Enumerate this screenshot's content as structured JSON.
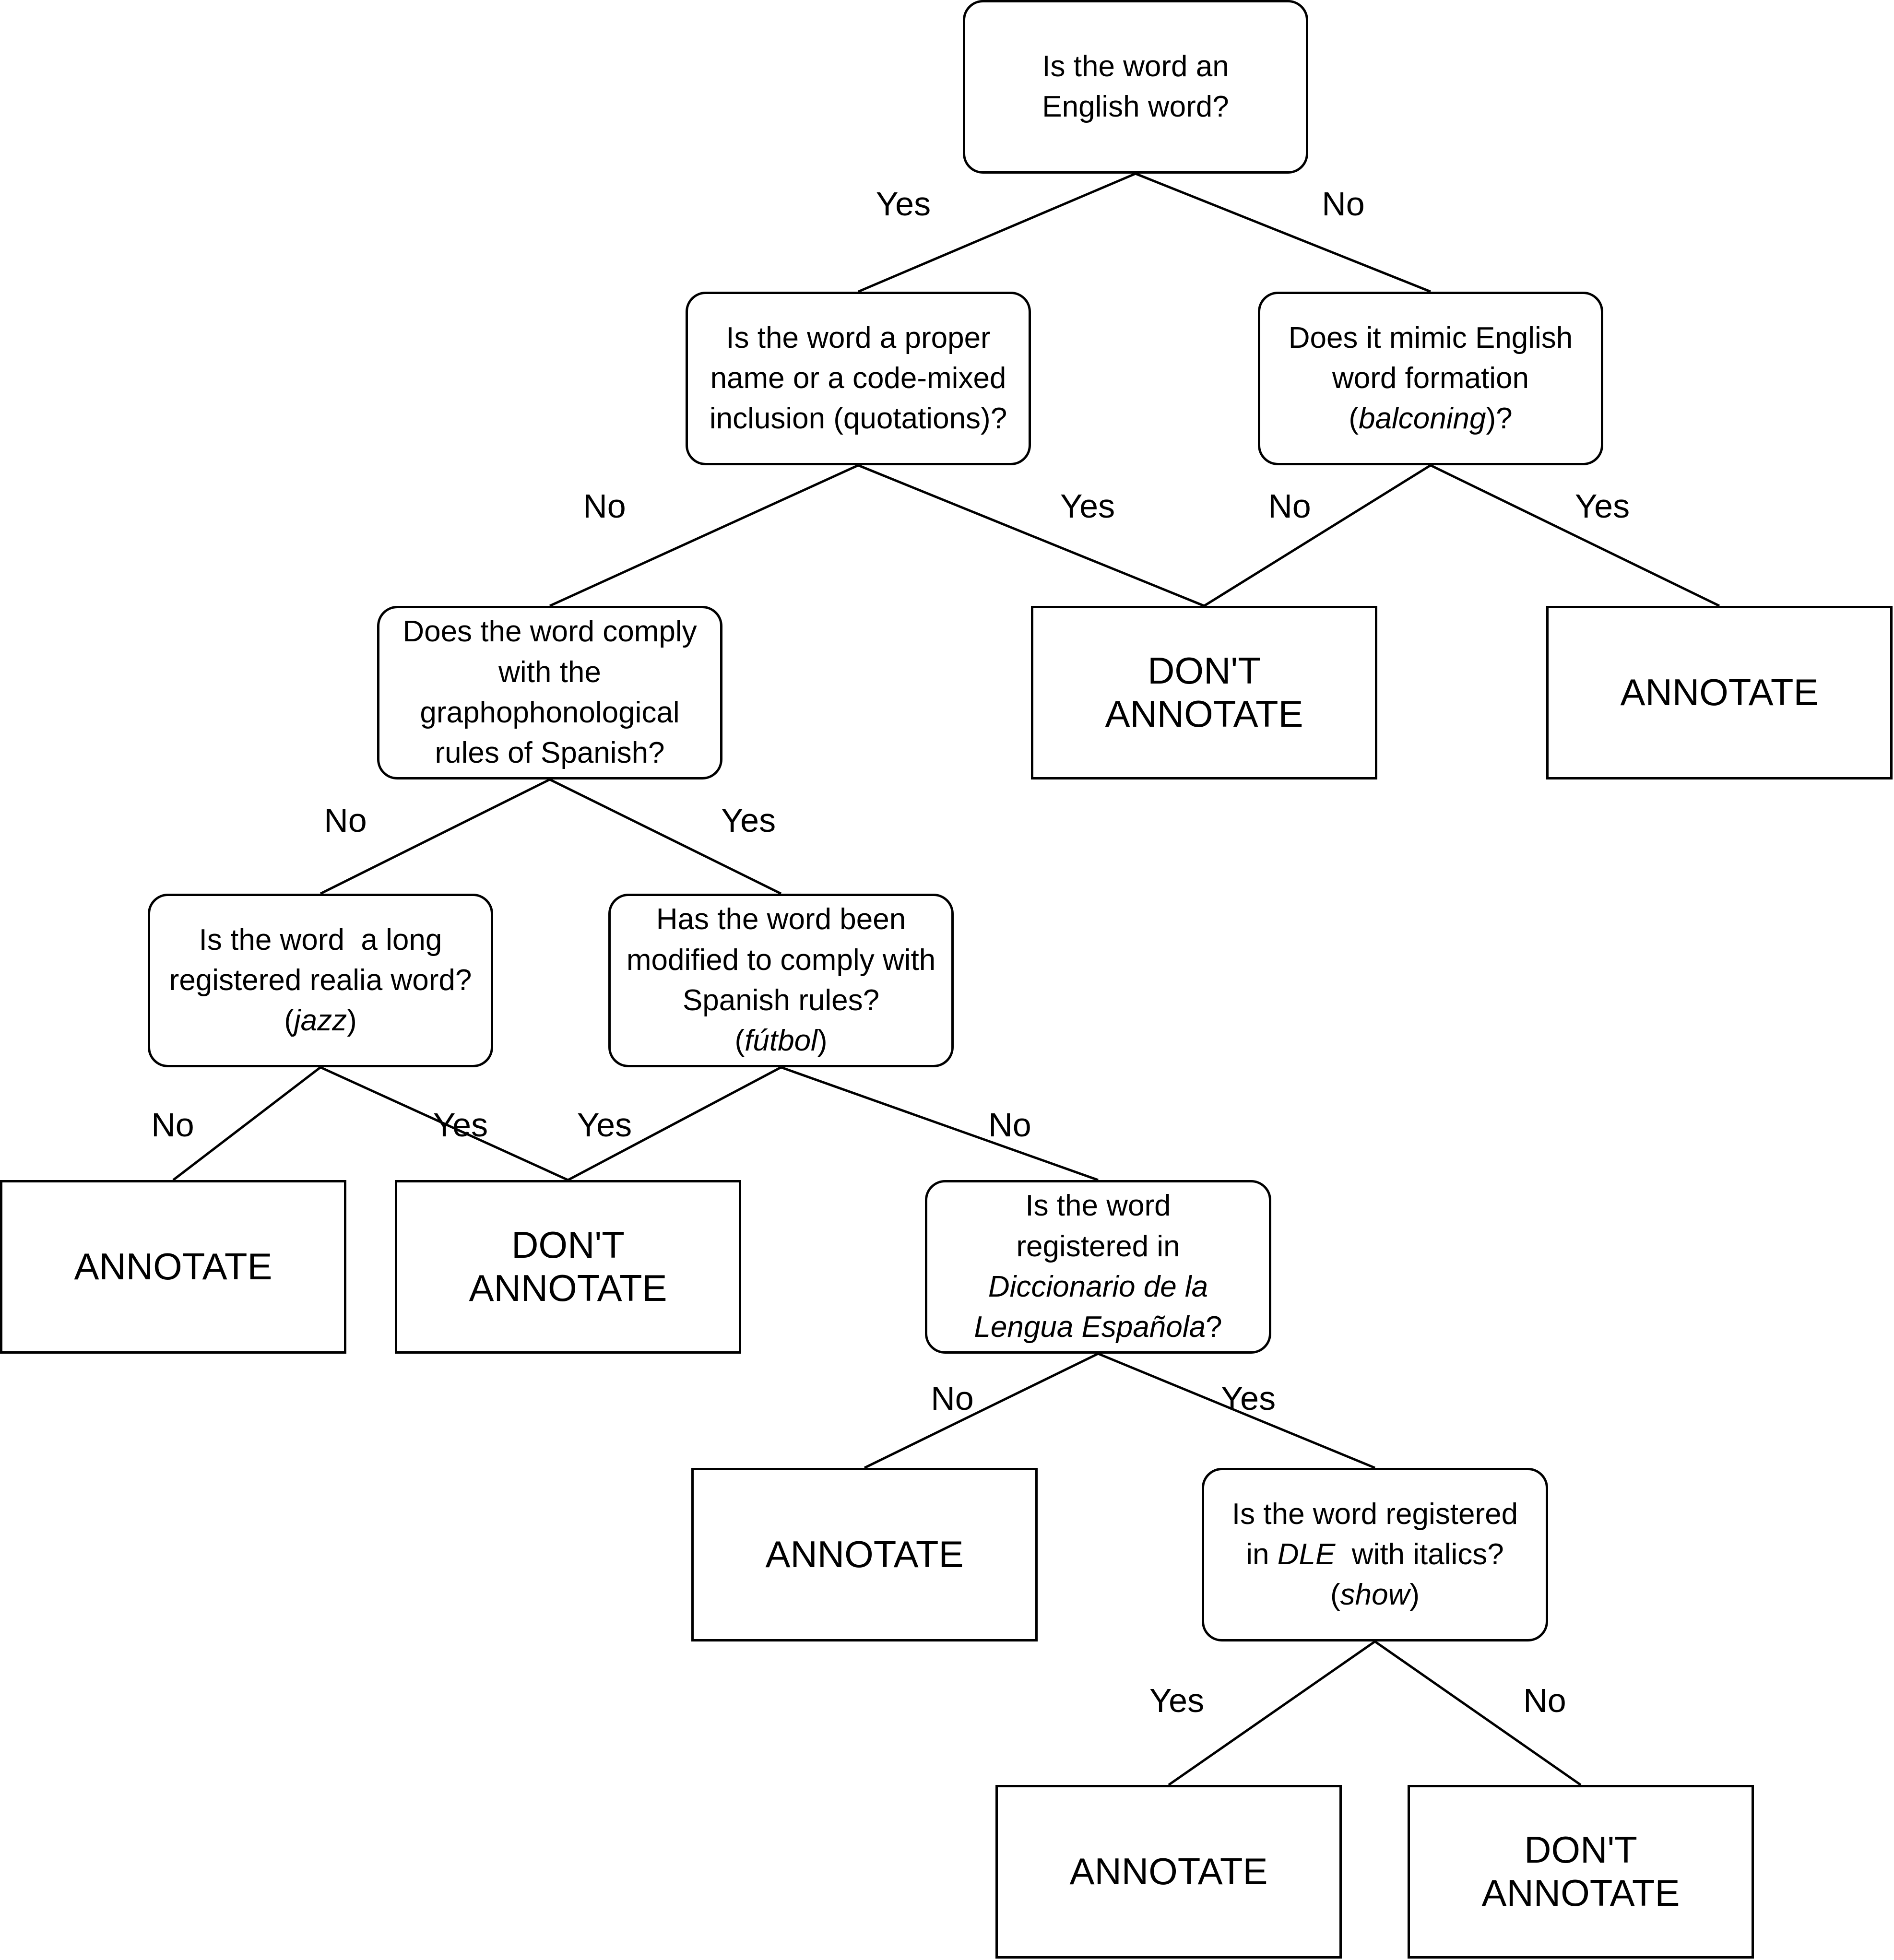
{
  "nodes": {
    "q1": {
      "type": "question",
      "lines": [
        [
          {
            "t": "Is the word an"
          }
        ],
        [
          {
            "t": "English word?"
          }
        ]
      ]
    },
    "q2": {
      "type": "question",
      "lines": [
        [
          {
            "t": "Is the word a proper"
          }
        ],
        [
          {
            "t": "name or a code-mixed"
          }
        ],
        [
          {
            "t": "inclusion (quotations)?"
          }
        ]
      ]
    },
    "q3": {
      "type": "question",
      "lines": [
        [
          {
            "t": "Does it mimic English"
          }
        ],
        [
          {
            "t": "word formation"
          }
        ],
        [
          {
            "t": "("
          },
          {
            "t": "balconing",
            "i": true
          },
          {
            "t": ")?"
          }
        ]
      ]
    },
    "q4": {
      "type": "question",
      "lines": [
        [
          {
            "t": "Does the word comply"
          }
        ],
        [
          {
            "t": "with the"
          }
        ],
        [
          {
            "t": "graphophonological"
          }
        ],
        [
          {
            "t": "rules of Spanish?"
          }
        ]
      ]
    },
    "o_dont1": {
      "type": "outcome",
      "lines": [
        [
          {
            "t": "DON'T"
          }
        ],
        [
          {
            "t": "ANNOTATE"
          }
        ]
      ]
    },
    "o_ann1": {
      "type": "outcome",
      "lines": [
        [
          {
            "t": "ANNOTATE"
          }
        ]
      ]
    },
    "q5": {
      "type": "question",
      "lines": [
        [
          {
            "t": "Is the word  a long"
          }
        ],
        [
          {
            "t": "registered realia word?"
          }
        ],
        [
          {
            "t": "("
          },
          {
            "t": "jazz",
            "i": true
          },
          {
            "t": ")"
          }
        ]
      ]
    },
    "q6": {
      "type": "question",
      "lines": [
        [
          {
            "t": "Has the word been"
          }
        ],
        [
          {
            "t": "modified to comply with"
          }
        ],
        [
          {
            "t": "Spanish rules?"
          }
        ],
        [
          {
            "t": "("
          },
          {
            "t": "fútbol",
            "i": true
          },
          {
            "t": ")"
          }
        ]
      ]
    },
    "o_ann2": {
      "type": "outcome",
      "lines": [
        [
          {
            "t": "ANNOTATE"
          }
        ]
      ]
    },
    "o_dont2": {
      "type": "outcome",
      "lines": [
        [
          {
            "t": "DON'T"
          }
        ],
        [
          {
            "t": "ANNOTATE"
          }
        ]
      ]
    },
    "q7": {
      "type": "question",
      "lines": [
        [
          {
            "t": "Is the word"
          }
        ],
        [
          {
            "t": "registered in"
          }
        ],
        [
          {
            "t": "Diccionario de la",
            "i": true
          }
        ],
        [
          {
            "t": "Lengua Española",
            "i": true
          },
          {
            "t": "?"
          }
        ]
      ]
    },
    "o_ann3": {
      "type": "outcome",
      "lines": [
        [
          {
            "t": "ANNOTATE"
          }
        ]
      ]
    },
    "q8": {
      "type": "question",
      "lines": [
        [
          {
            "t": "Is the word registered"
          }
        ],
        [
          {
            "t": "in "
          },
          {
            "t": "DLE",
            "i": true
          },
          {
            "t": "  with italics?"
          }
        ],
        [
          {
            "t": "("
          },
          {
            "t": "show",
            "i": true
          },
          {
            "t": ")"
          }
        ]
      ]
    },
    "o_ann4": {
      "type": "outcome",
      "lines": [
        [
          {
            "t": "ANNOTATE"
          }
        ]
      ]
    },
    "o_dont3": {
      "type": "outcome",
      "lines": [
        [
          {
            "t": "DON'T"
          }
        ],
        [
          {
            "t": "ANNOTATE"
          }
        ]
      ]
    }
  },
  "edges": [
    {
      "from": "q1",
      "to": "q2",
      "label": "Yes"
    },
    {
      "from": "q1",
      "to": "q3",
      "label": "No"
    },
    {
      "from": "q2",
      "to": "q4",
      "label": "No"
    },
    {
      "from": "q2",
      "to": "o_dont1",
      "label": "Yes"
    },
    {
      "from": "q3",
      "to": "o_dont1",
      "label": "No"
    },
    {
      "from": "q3",
      "to": "o_ann1",
      "label": "Yes"
    },
    {
      "from": "q4",
      "to": "q5",
      "label": "No"
    },
    {
      "from": "q4",
      "to": "q6",
      "label": "Yes"
    },
    {
      "from": "q5",
      "to": "o_ann2",
      "label": "No"
    },
    {
      "from": "q5",
      "to": "o_dont2",
      "label": "Yes"
    },
    {
      "from": "q6",
      "to": "o_dont2",
      "label": "Yes"
    },
    {
      "from": "q6",
      "to": "q7",
      "label": "No"
    },
    {
      "from": "q7",
      "to": "o_ann3",
      "label": "No"
    },
    {
      "from": "q7",
      "to": "q8",
      "label": "Yes"
    },
    {
      "from": "q8",
      "to": "o_ann4",
      "label": "Yes"
    },
    {
      "from": "q8",
      "to": "o_dont3",
      "label": "No"
    }
  ]
}
